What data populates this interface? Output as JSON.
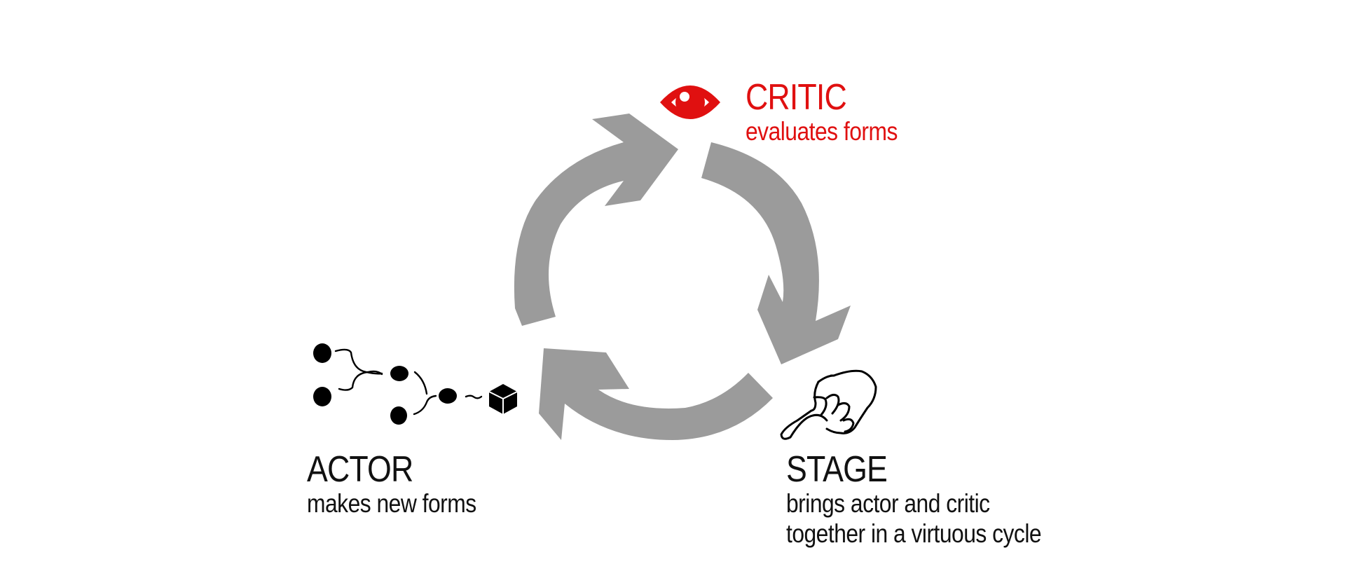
{
  "colors": {
    "arrow": "#9b9b9b",
    "critic": "#e01010",
    "text": "#111111"
  },
  "critic": {
    "title": "CRITIC",
    "description": "evaluates forms",
    "icon": "eye-icon"
  },
  "actor": {
    "title": "ACTOR",
    "description": "makes new forms",
    "icon": "form-assembly-icon"
  },
  "stage": {
    "title": "STAGE",
    "description_line1": "brings actor and critic",
    "description_line2": "together in a virtuous cycle",
    "icon": "pointing-hand-icon"
  }
}
